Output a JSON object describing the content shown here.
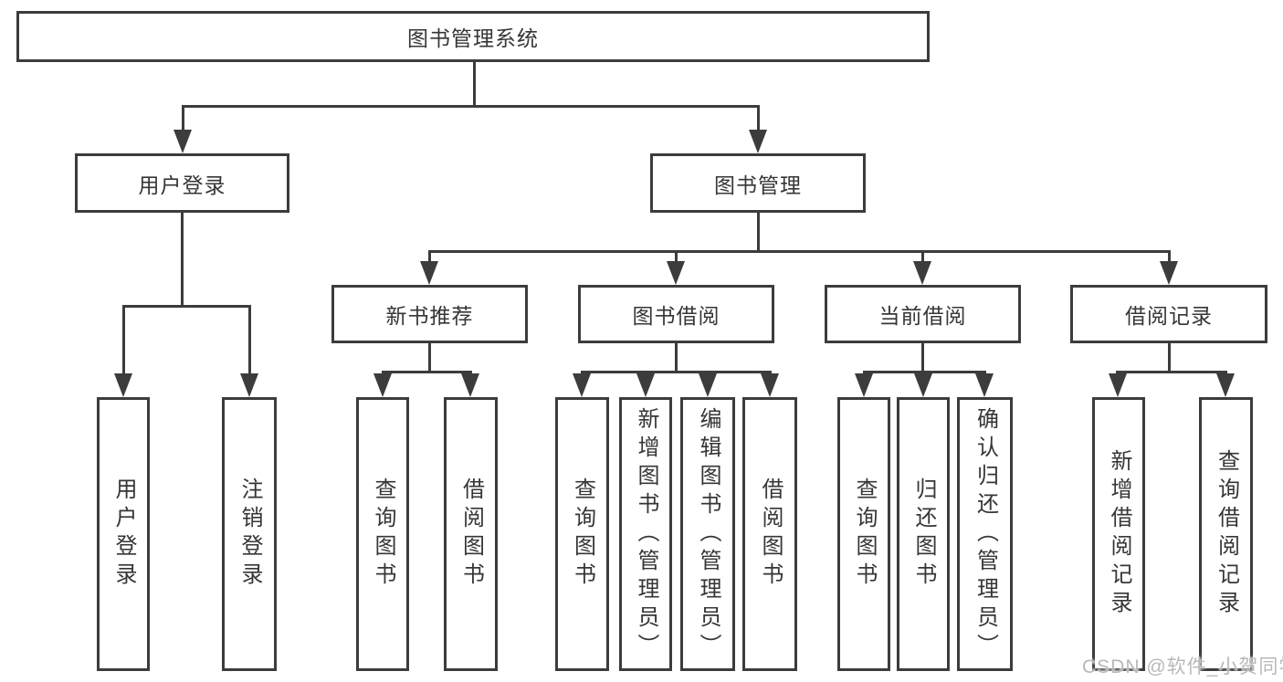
{
  "root": {
    "label": "图书管理系统"
  },
  "tree": {
    "user_login": {
      "label": "用户登录",
      "children": [
        {
          "label": "用户登录"
        },
        {
          "label": "注销登录"
        }
      ]
    },
    "book_mgmt": {
      "label": "图书管理",
      "children": [
        {
          "label": "新书推荐",
          "children": [
            {
              "label": "查询图书"
            },
            {
              "label": "借阅图书"
            }
          ]
        },
        {
          "label": "图书借阅",
          "children": [
            {
              "label": "查询图书"
            },
            {
              "label": "新增图书（管理员）"
            },
            {
              "label": "编辑图书（管理员）"
            },
            {
              "label": "借阅图书"
            }
          ]
        },
        {
          "label": "当前借阅",
          "children": [
            {
              "label": "查询图书"
            },
            {
              "label": "归还图书"
            },
            {
              "label": "确认归还（管理员）"
            }
          ]
        },
        {
          "label": "借阅记录",
          "children": [
            {
              "label": "新增借阅记录"
            },
            {
              "label": "查询借阅记录"
            }
          ]
        }
      ]
    }
  },
  "watermark": {
    "text": "CSDN @软件_小贺同学"
  },
  "colors": {
    "line": "#3c3c3c",
    "text": "#363636",
    "watermark": "#bab7b7",
    "background": "#ffffff"
  }
}
